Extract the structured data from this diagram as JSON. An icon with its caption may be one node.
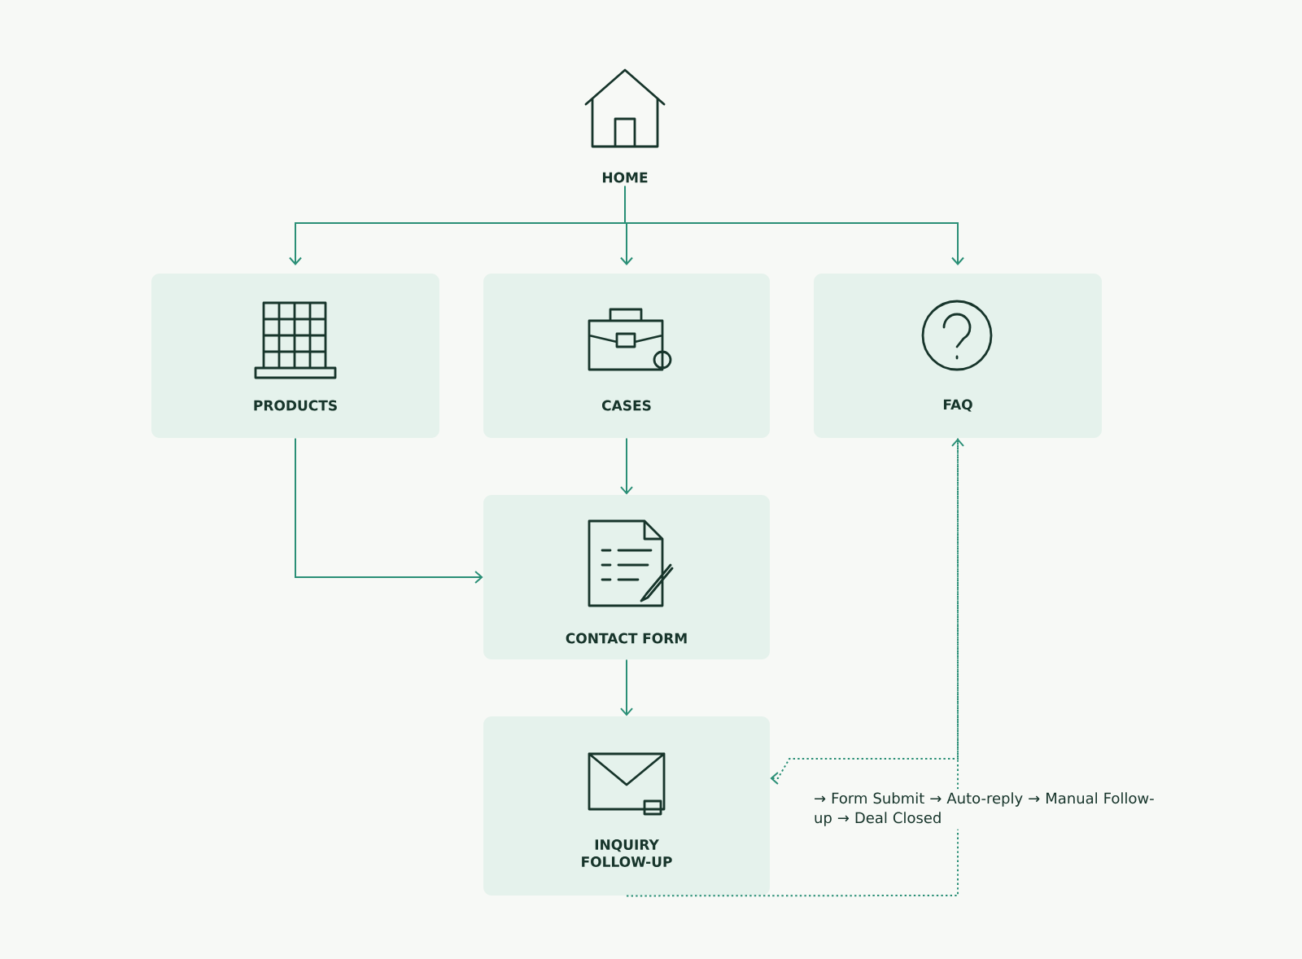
{
  "diagram": {
    "nodes": [
      {
        "text": [
          "HOME"
        ]
      },
      {
        "text": [
          "PRODUCTS"
        ]
      },
      {
        "text": [
          "CASES"
        ]
      },
      {
        "text": [
          "FAQ"
        ]
      },
      {
        "text": [
          "CONTACT FORM"
        ]
      },
      {
        "text": [
          "INQUIRY FOLLOW-UP"
        ]
      }
    ],
    "edges": [
      {
        "from": 0,
        "to": 1,
        "arrow": "to"
      },
      {
        "from": 0,
        "to": 2,
        "arrow": "to"
      },
      {
        "from": 0,
        "to": 3,
        "arrow": "to"
      },
      {
        "from": 1,
        "to": 4,
        "arrow": "to"
      },
      {
        "from": 2,
        "to": 4,
        "arrow": "to"
      },
      {
        "from": 4,
        "to": 5,
        "arrow": "to"
      },
      {
        "from": 5,
        "to": 3,
        "arrow": "to",
        "style": "dashed",
        "label": "→ Form Submit → Auto-reply → Manual Follow-up → Deal Closed"
      },
      {
        "from": 3,
        "to": 5,
        "arrow": "to",
        "style": "dashed"
      }
    ]
  }
}
